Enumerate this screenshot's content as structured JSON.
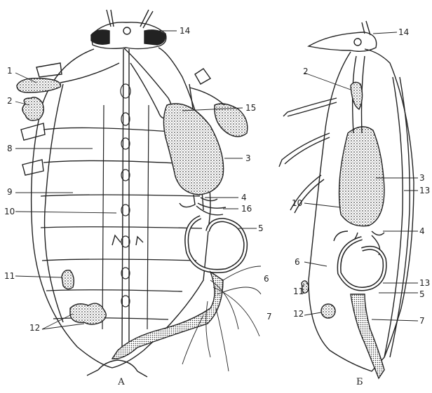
{
  "panels": {
    "left_caption": "А",
    "right_caption": "Б"
  },
  "left_labels": {
    "l1": "1",
    "l2": "2",
    "l3": "3",
    "l4": "4",
    "l5": "5",
    "l6": "6",
    "l7": "7",
    "l8": "8",
    "l9": "9",
    "l10": "10",
    "l11": "11",
    "l12": "12",
    "l14": "14",
    "l15": "15",
    "l16": "16"
  },
  "right_labels": {
    "r2": "2",
    "r3": "3",
    "r4": "4",
    "r5": "5",
    "r6": "6",
    "r7": "7",
    "r10": "10",
    "r11": "11",
    "r12": "12",
    "r13a": "13",
    "r13b": "13",
    "r14": "14"
  },
  "colors": {
    "ink": "#222222",
    "stipple": "#555555",
    "paper": "#ffffff"
  }
}
